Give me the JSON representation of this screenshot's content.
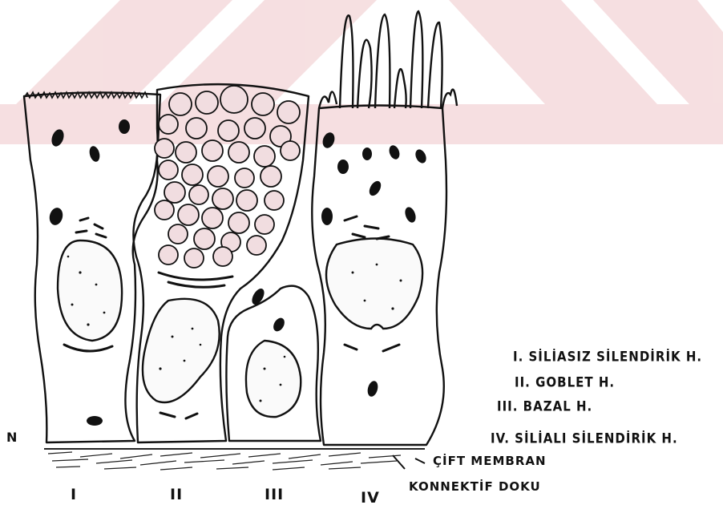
{
  "legend": [
    {
      "id": "i",
      "text": "I. SİLİASIZ SİLENDİRİK H."
    },
    {
      "id": "ii",
      "text": "II. GOBLET H."
    },
    {
      "id": "iii",
      "text": "III. BAZAL H."
    },
    {
      "id": "iv",
      "text": "IV. SİLİALI SİLENDİRİK H."
    }
  ],
  "annotations": {
    "membrane": "ÇİFT MEMBRAN",
    "connective": "KONNEKTİF DOKU",
    "n": "N"
  },
  "cell_numerals": [
    "I",
    "II",
    "III",
    "IV"
  ],
  "colors": {
    "ink": "#111111",
    "watermark": "#f3d6d8",
    "goblet_granule_fill": "#e9c6ca"
  }
}
